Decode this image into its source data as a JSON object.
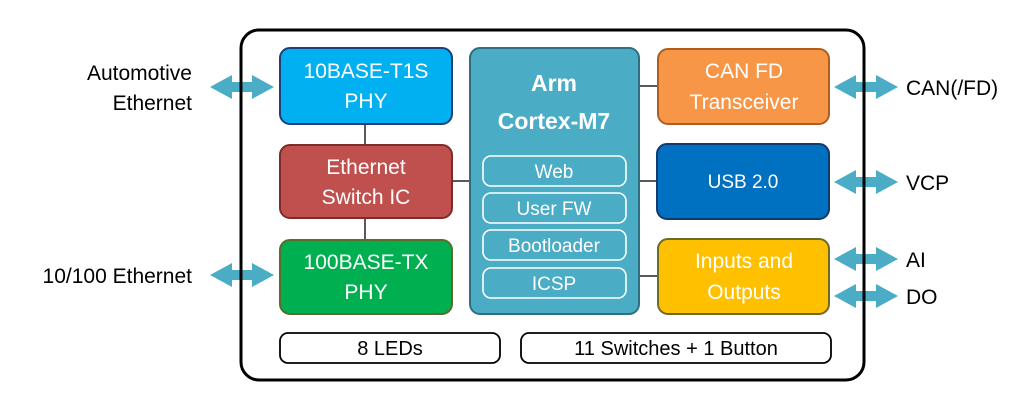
{
  "external": {
    "automotive_ethernet": [
      "Automotive",
      "Ethernet"
    ],
    "ethernet_10_100": "10/100 Ethernet",
    "can": "CAN(/FD)",
    "vcp": "VCP",
    "ai": "AI",
    "do": "DO"
  },
  "blocks": {
    "phy_t1s": {
      "line1": "10BASE-T1S",
      "line2": "PHY",
      "color": "#00b0f0"
    },
    "switch": {
      "line1": "Ethernet",
      "line2": "Switch IC",
      "color": "#c0504d"
    },
    "phy_tx": {
      "line1": "100BASE-TX",
      "line2": "PHY",
      "color": "#00b050"
    },
    "cpu": {
      "line1": "Arm",
      "line2": "Cortex-M7",
      "color": "#4bacc6",
      "modules": [
        "Web",
        "User FW",
        "Bootloader",
        "ICSP"
      ]
    },
    "can": {
      "line1": "CAN FD",
      "line2": "Transceiver",
      "color": "#f79646"
    },
    "usb": {
      "label": "USB 2.0",
      "color": "#0070c0"
    },
    "io": {
      "line1": "Inputs and",
      "line2": "Outputs",
      "color": "#ffc000"
    }
  },
  "bottom": {
    "leds": "8 LEDs",
    "switches": "11 Switches + 1 Button"
  },
  "arrow_color": "#4bacc6"
}
